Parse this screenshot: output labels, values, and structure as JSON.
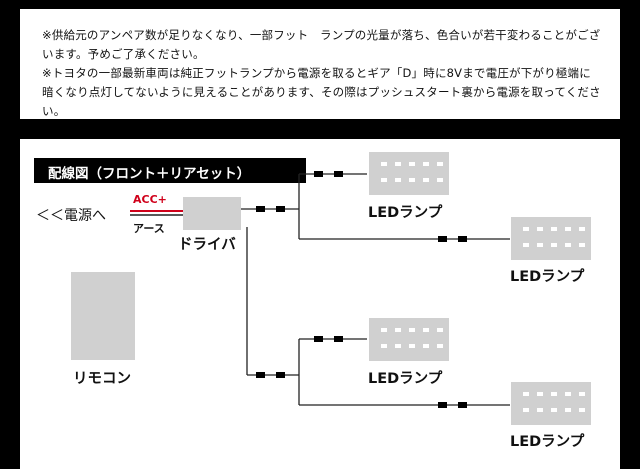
{
  "notes": [
    "※供給元のアンペア数が足りなくなり、一部フット　ランプの光量が落ち、色合いが若干変わることがございます。予めご了承ください。",
    "※トヨタの一部最新車両は純正フットランプから電源を取るとギア「D」時に8Vまで電圧が下がり極端に暗くなり点灯してないように見えることがあります、その際はプッシュスタート裏から電源を取ってください。"
  ],
  "diagram": {
    "title": "配線図（フロント＋リアセット）",
    "power_label": "＜＜電源へ",
    "acc_label": "ACC+",
    "earth_label": "アース",
    "driver_label": "ドライバ",
    "remote_label": "リモコン",
    "lamps": [
      "LEDランプ",
      "LEDランプ",
      "LEDランプ",
      "LEDランプ"
    ]
  },
  "colors": {
    "acc_wire": "#d0001a",
    "module_fill": "#d0d0d0",
    "background": "#000000"
  }
}
